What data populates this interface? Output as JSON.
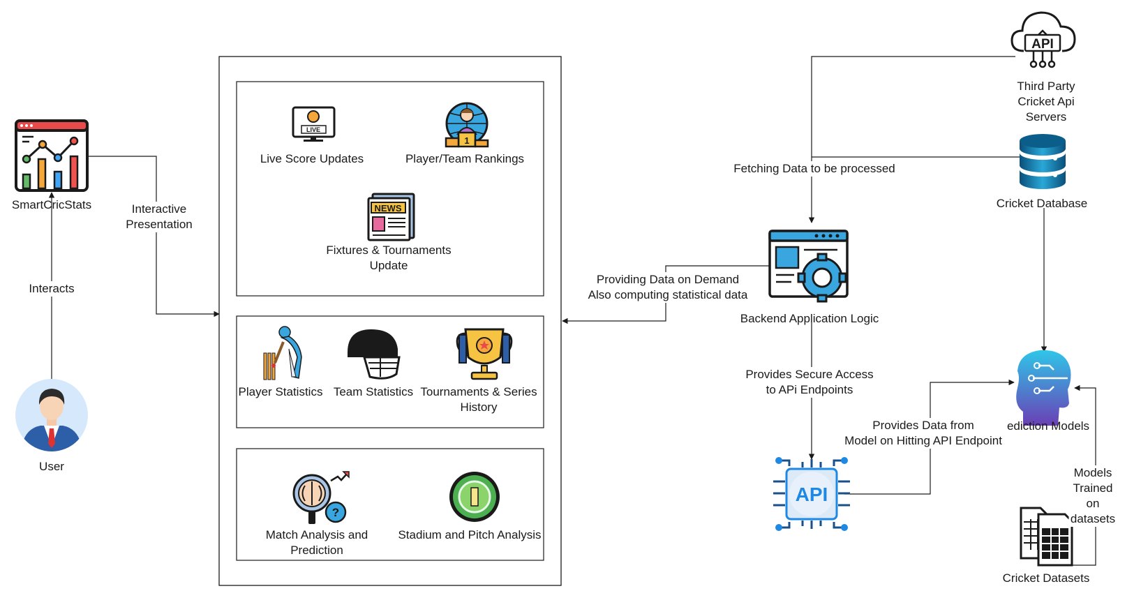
{
  "smartcricstats": {
    "label": "SmartCricStats"
  },
  "user": {
    "label": "User"
  },
  "edges": {
    "interacts": "Interacts",
    "interactive_presentation": "Interactive\nPresentation",
    "providing_data": "Providing Data on Demand\nAlso computing statistical data",
    "fetching_data": "Fetching Data to be processed",
    "secure_access": "Provides Secure Access\nto APi Endpoints",
    "data_from_model": "Provides Data from\nModel on Hitting API Endpoint",
    "models_trained": "Models Trained\non datasets"
  },
  "features": {
    "group1": {
      "live_score": "Live Score Updates",
      "rankings": "Player/Team Rankings",
      "fixtures": "Fixtures & Tournaments\nUpdate",
      "live_badge": "LIVE",
      "news_badge": "NEWS",
      "podium_number": "1"
    },
    "group2": {
      "player_stats": "Player Statistics",
      "team_stats": "Team Statistics",
      "tournaments": "Tournaments & Series\nHistory"
    },
    "group3": {
      "match_analysis": "Match Analysis and\nPrediction",
      "stadium": "Stadium and Pitch Analysis"
    }
  },
  "third_party": {
    "label": "Third Party\nCricket Api Servers",
    "badge": "API"
  },
  "database": {
    "label": "Cricket Database"
  },
  "backend": {
    "label": "Backend Application Logic"
  },
  "api": {
    "badge": "API"
  },
  "prediction": {
    "label": "ediction Models"
  },
  "datasets": {
    "label": "Cricket Datasets"
  },
  "colors": {
    "line": "#1a1a1a",
    "accent_blue": "#3aa6e0",
    "dark_blue": "#1f4e79",
    "database_blue": "#0b5e8a",
    "chip_blue": "#1e88e5",
    "trophy_gold": "#f6c343",
    "pitch_green": "#4caf50"
  }
}
